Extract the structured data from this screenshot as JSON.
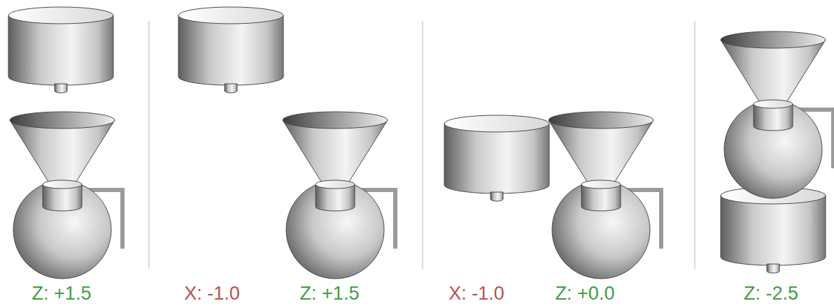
{
  "diagram": {
    "labels": [
      "Z: +1.5",
      "X: -1.0",
      "Z: +1.5",
      "X: -1.0",
      "Z: +0.0",
      "Z: -2.5"
    ]
  }
}
